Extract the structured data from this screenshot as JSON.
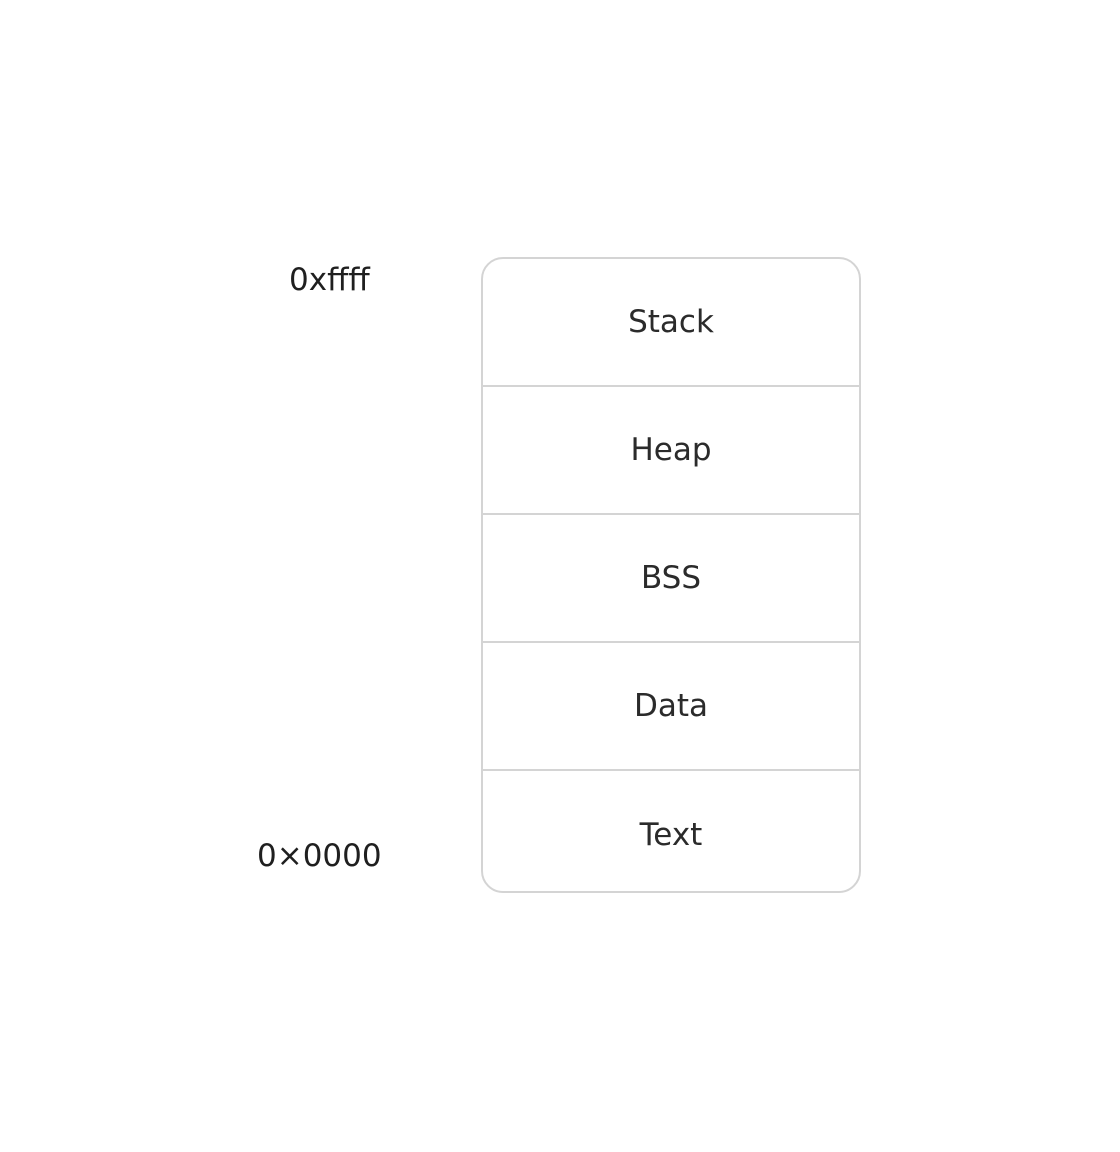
{
  "addresses": {
    "high": "0xffff",
    "low": "0×0000"
  },
  "segments": [
    {
      "label": "Stack"
    },
    {
      "label": "Heap"
    },
    {
      "label": "BSS"
    },
    {
      "label": "Data"
    },
    {
      "label": "Text"
    }
  ],
  "colors": {
    "border": "#d4d4d4",
    "text": "#2b2b2b",
    "background": "#ffffff"
  }
}
